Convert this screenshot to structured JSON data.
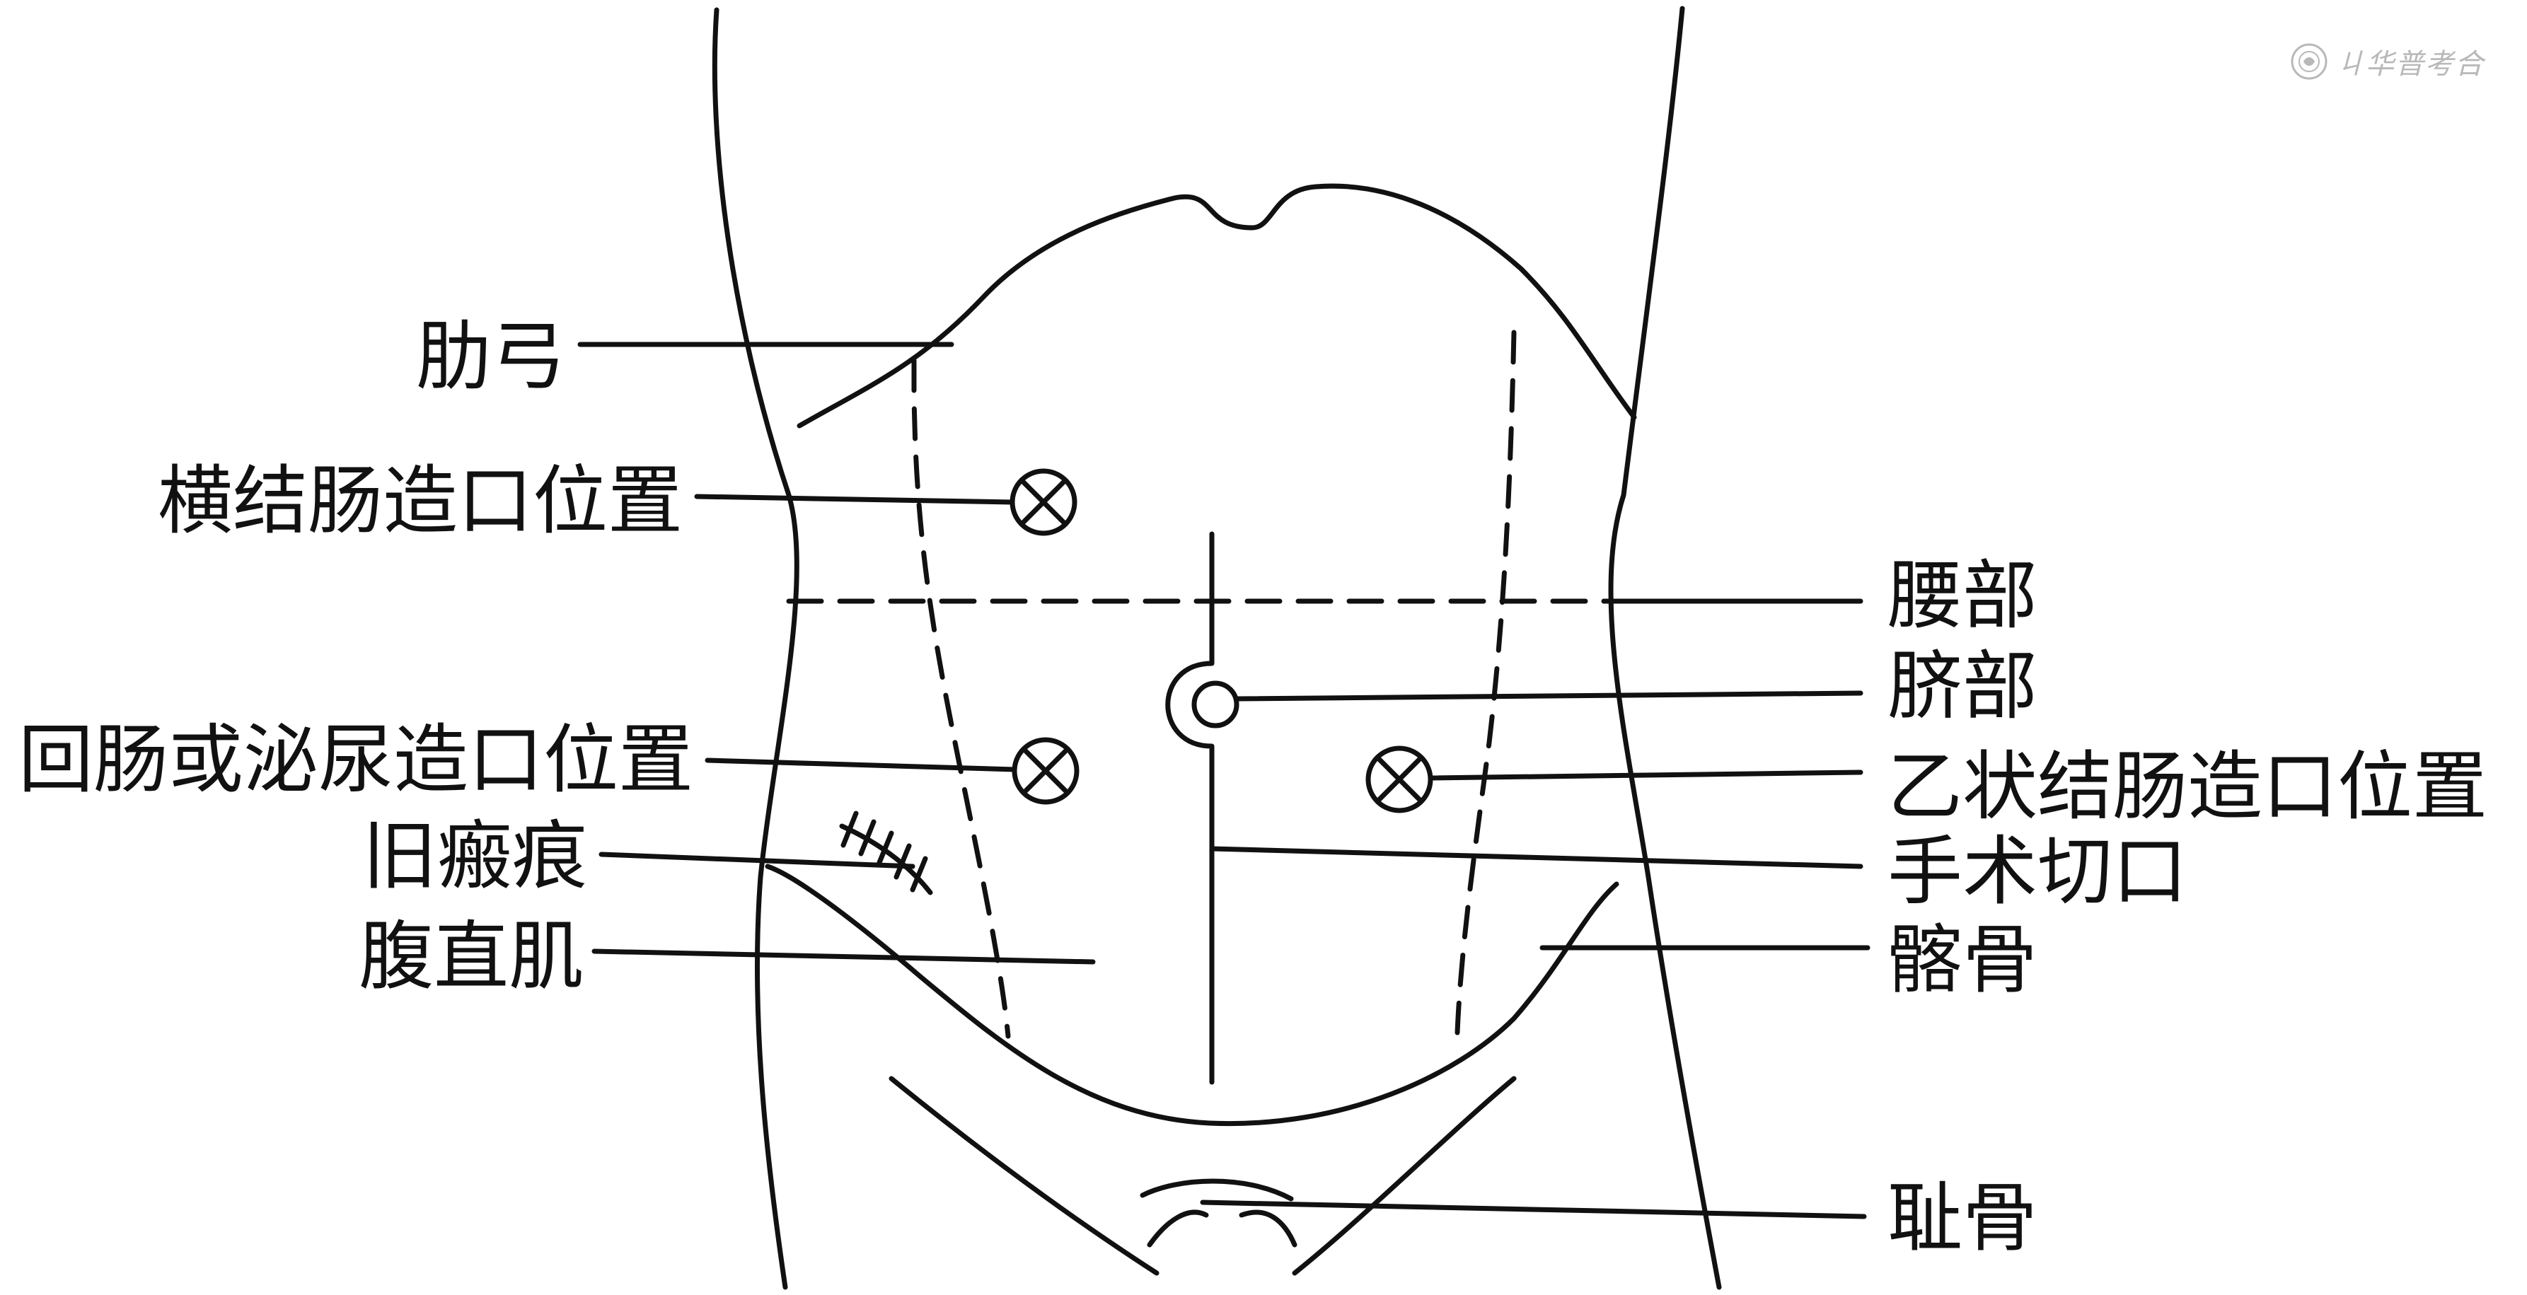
{
  "labels": {
    "costal_arch": "肋弓",
    "transverse_colostomy_site": "横结肠造口位置",
    "ileostomy_or_urostomy_site": "回肠或泌尿造口位置",
    "old_scar": "旧瘢痕",
    "rectus_abdominis": "腹直肌",
    "waist": "腰部",
    "umbilicus": "脐部",
    "sigmoid_colostomy_site": "乙状结肠造口位置",
    "surgical_incision": "手术切口",
    "ilium": "髂骨",
    "pubis": "耻骨"
  },
  "watermark": {
    "text": "ㄐ华普考合",
    "icon": "seal-logo-icon",
    "color": "#b8b8b8"
  },
  "colors": {
    "line": "#111111",
    "background": "#ffffff"
  }
}
